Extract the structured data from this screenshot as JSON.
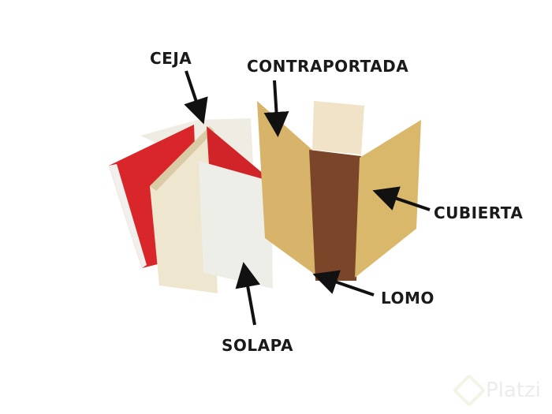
{
  "labels": {
    "ceja": "CEJA",
    "contraportada": "CONTRAPORTADA",
    "cubierta": "CUBIERTA",
    "lomo": "LOMO",
    "solapa": "SOLAPA"
  },
  "watermark": {
    "text": "Platzi",
    "icon": "platzi-logo-icon"
  },
  "colors": {
    "red_cover": "#d8262b",
    "pages": "#efe6cf",
    "flap": "#eeeee8",
    "tan_cover": "#d8b46a",
    "spine": "#7a4528",
    "arrow": "#111111"
  }
}
